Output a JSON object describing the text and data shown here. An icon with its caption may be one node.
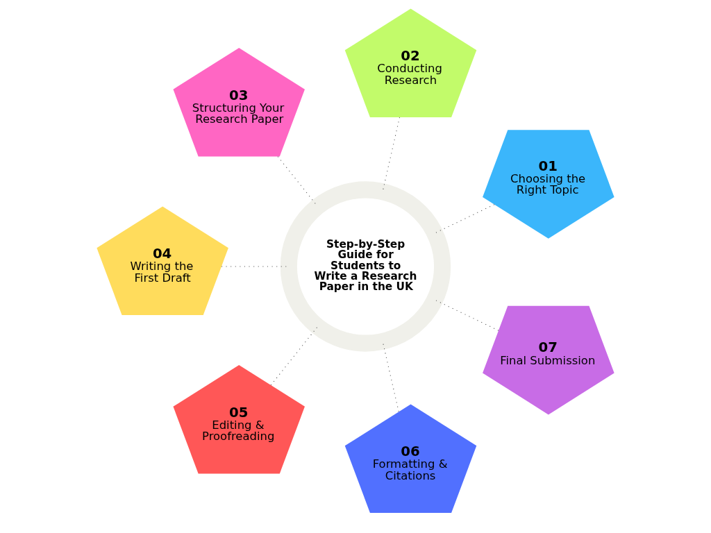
{
  "diagram": {
    "nodes": [
      {
        "text": [
          "Step-by-Step Guide for Students to Write a Research Paper in the UK"
        ]
      },
      {
        "text": [
          "01",
          "Choosing the Right Topic"
        ]
      },
      {
        "text": [
          "02",
          "Conducting Research"
        ]
      },
      {
        "text": [
          "03",
          "Structuring Your Research Paper"
        ]
      },
      {
        "text": [
          "04",
          "Writing the First Draft"
        ]
      },
      {
        "text": [
          "05",
          "Editing & Proofreading"
        ]
      },
      {
        "text": [
          "06",
          "Formatting & Citations"
        ]
      },
      {
        "text": [
          "07",
          "Final Submission"
        ]
      }
    ],
    "edges": [
      {
        "from": 1,
        "to": 0,
        "arrow": "none",
        "style": "dashed"
      },
      {
        "from": 2,
        "to": 0,
        "arrow": "none",
        "style": "dashed"
      },
      {
        "from": 3,
        "to": 0,
        "arrow": "none",
        "style": "dashed"
      },
      {
        "from": 4,
        "to": 0,
        "arrow": "none",
        "style": "dashed"
      },
      {
        "from": 5,
        "to": 0,
        "arrow": "none",
        "style": "dashed"
      },
      {
        "from": 6,
        "to": 0,
        "arrow": "none",
        "style": "dashed"
      },
      {
        "from": 7,
        "to": 0,
        "arrow": "none",
        "style": "dashed"
      }
    ]
  }
}
